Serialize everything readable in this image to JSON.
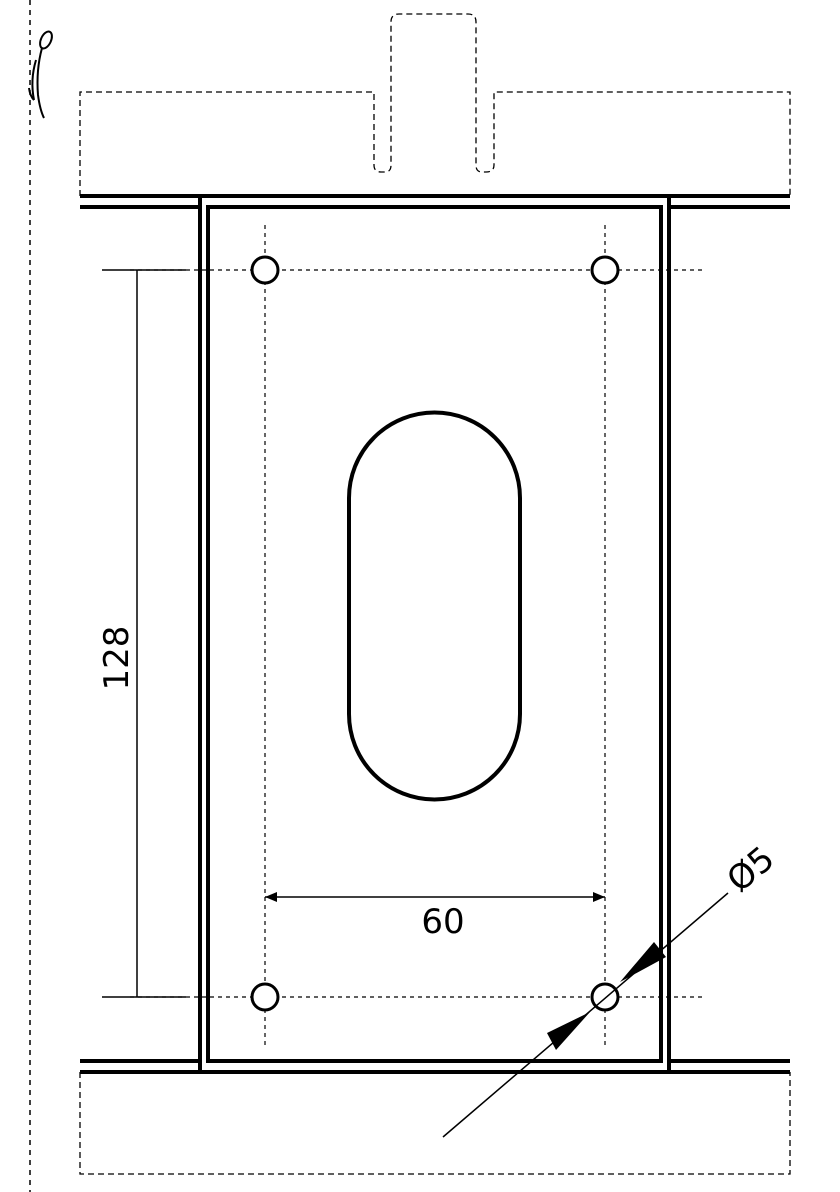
{
  "dimensions": {
    "hole_spacing_vertical": "128",
    "hole_spacing_horizontal": "60",
    "hole_diameter": "Ø5"
  },
  "colors": {
    "line": "#000000",
    "background": "#ffffff"
  },
  "icons": {
    "cut_marker": "scissors-icon"
  }
}
